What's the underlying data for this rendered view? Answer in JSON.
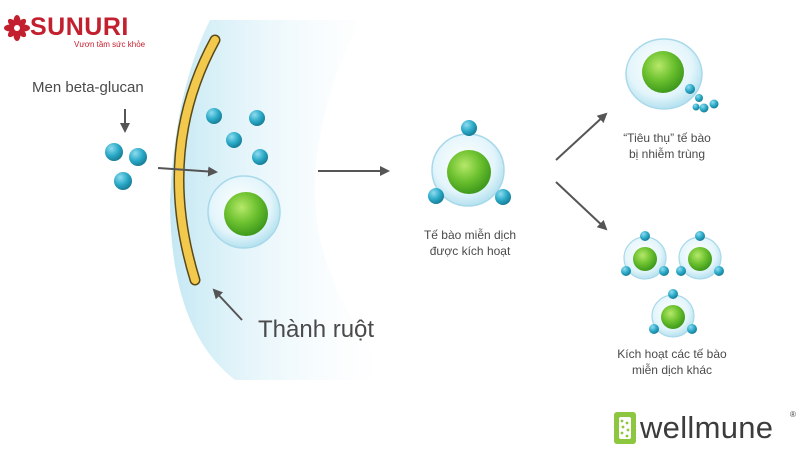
{
  "brand": {
    "name": "SUNURI",
    "slogan": "Vươn tầm sức khỏe",
    "color": "#c3202f"
  },
  "partner": {
    "name": "wellmune",
    "registered_mark": "®",
    "accent": "#8dc63f"
  },
  "diagram": {
    "input_label": "Men beta-glucan",
    "wall_label": "Thành ruột",
    "activated_cell_label": [
      "Tế bào miễn dịch",
      "được kích hoạt"
    ],
    "outcome_consume_label": [
      "“Tiêu thụ” tế bào",
      "bị nhiễm trùng"
    ],
    "outcome_activate_label": [
      "Kích hoạt các tế bào",
      "miễn dịch khác"
    ]
  },
  "colors": {
    "particle": "#29a9c7",
    "cell_core": "#5fbf2a",
    "membrane": "#f2c94c",
    "arrow": "#555555",
    "text": "#4a4a4a"
  }
}
